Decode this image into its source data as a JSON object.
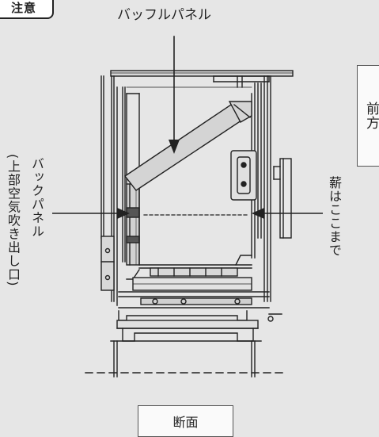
{
  "notice_tag": "注意",
  "labels": {
    "baffle_panel": "バッフルパネル",
    "back_panel": "バックパネル",
    "back_panel_sub": "(上部空気吹き出し口)",
    "firewood_limit": "薪はここまで",
    "front": "前方",
    "section": "断面"
  },
  "colors": {
    "background": "#e6e6e6",
    "line": "#222222",
    "box_fill": "#fafafa"
  }
}
